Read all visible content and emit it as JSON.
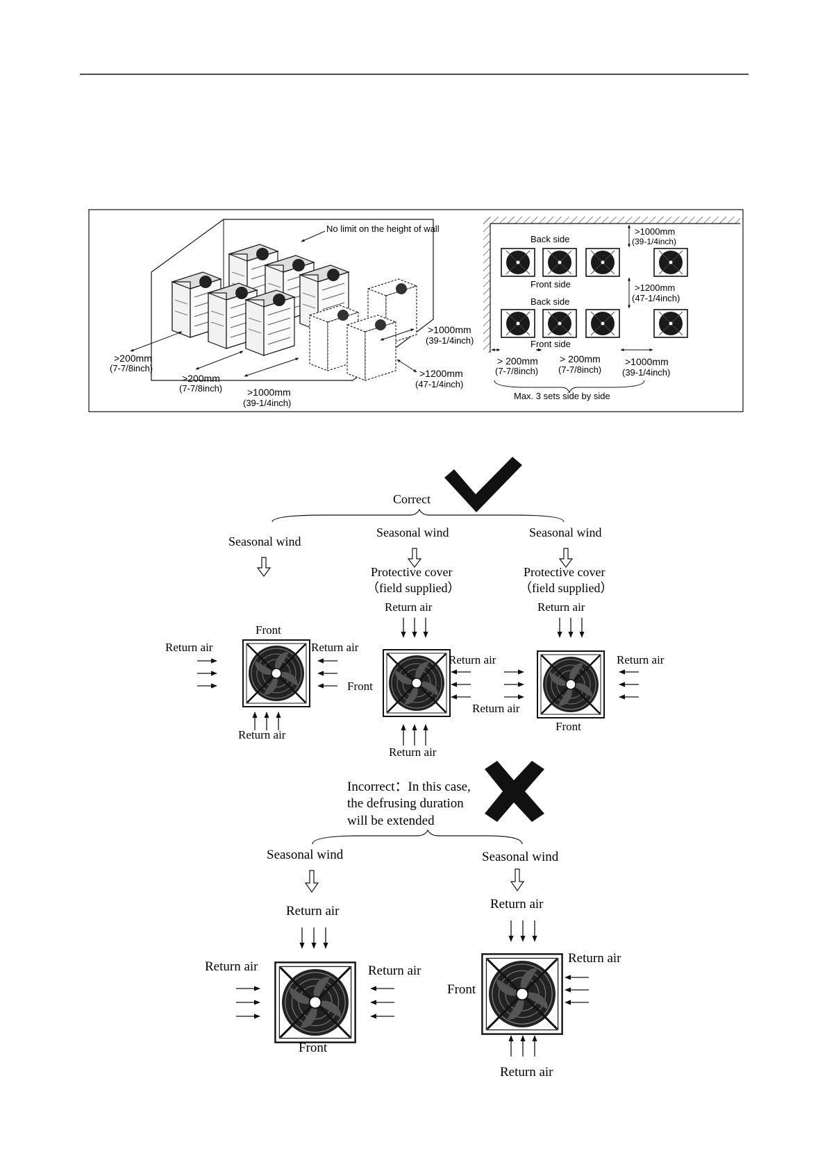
{
  "installation": {
    "wall_note": "No limit on the height of wall",
    "left": {
      "dim_200_a": ">200mm",
      "dim_200_a_inch": "(7-7/8inch)",
      "dim_200_b": ">200mm",
      "dim_200_b_inch": "(7-7/8inch)",
      "dim_1000_a": ">1000mm",
      "dim_1000_a_inch": "(39-1/4inch)",
      "dim_1000_b": ">1000mm",
      "dim_1000_b_inch": "(39-1/4inch)",
      "dim_1200": ">1200mm",
      "dim_1200_inch": "(47-1/4inch)"
    },
    "right": {
      "back_side_top": "Back side",
      "front_side_top": "Front side",
      "back_side_bottom": "Back side",
      "front_side_bottom": "Front side",
      "dim_1000_top": ">1000mm",
      "dim_1000_top_inch": "(39-1/4inch)",
      "dim_1200": ">1200mm",
      "dim_1200_inch": "(47-1/4inch)",
      "dim_200_a": "> 200mm",
      "dim_200_a_inch": "(7-7/8inch)",
      "dim_200_b": "> 200mm",
      "dim_200_b_inch": "(7-7/8inch)",
      "dim_1000_side": ">1000mm",
      "dim_1000_side_inch": "(39-1/4inch)",
      "max_sets": "Max. 3 sets side by side"
    }
  },
  "correct": {
    "label": "Correct",
    "col1": {
      "wind": "Seasonal wind",
      "front": "Front",
      "return_left": "Return air",
      "return_right": "Return air",
      "return_bottom": "Return air"
    },
    "col2": {
      "wind": "Seasonal wind",
      "cover": "Protective cover",
      "cover_note": "（field supplied）",
      "return_top": "Return air",
      "return_right": "Return air",
      "front": "Front",
      "return_bottom": "Return air"
    },
    "col3": {
      "wind": "Seasonal wind",
      "cover": "Protective cover",
      "cover_note": "（field supplied）",
      "return_top": "Return air",
      "return_left": "Return air",
      "return_right": "Return air",
      "front": "Front"
    }
  },
  "incorrect": {
    "line1": "Incorrect：In this case,",
    "line2": "the defrusing duration",
    "line3": "will be extended",
    "col1": {
      "wind": "Seasonal wind",
      "return_top": "Return air",
      "return_left": "Return air",
      "return_right": "Return air",
      "front": "Front"
    },
    "col2": {
      "wind": "Seasonal wind",
      "return_top": "Return air",
      "return_right": "Return air",
      "front": "Front",
      "return_bottom": "Return air"
    }
  },
  "icons": {
    "check": "check-mark-icon",
    "cross": "cross-mark-icon",
    "fan": "fan-unit-icon"
  }
}
